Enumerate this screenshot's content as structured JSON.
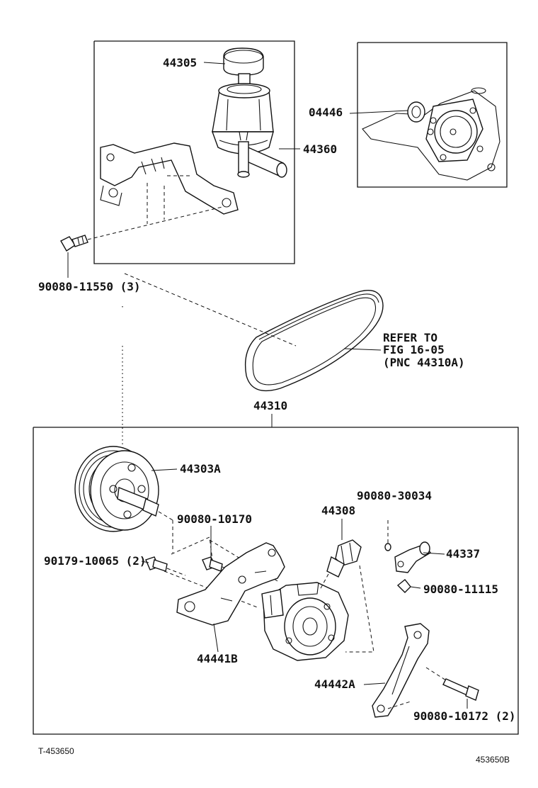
{
  "parts": {
    "reservoir_cap": "44305",
    "reservoir_assembly": "44360",
    "bracket_bolt": "90080-11550 (3)",
    "seal_kit": "04446",
    "v_belt": "44310",
    "refer_note": [
      "REFER TO",
      "FIG 16-05",
      "(PNC 44310A)"
    ],
    "pulley": "44303A",
    "bolt_10170": "90080-10170",
    "bolt_10065": "90179-10065 (2)",
    "union": "44308",
    "gasket_30034": "90080-30034",
    "sensor": "44337",
    "bolt_11115": "90080-11115",
    "bracket_b": "44441B",
    "bracket_a": "44442A",
    "bolt_10172": "90080-10172 (2)"
  },
  "footer": {
    "left_code": "T-453650",
    "right_code": "453650B"
  }
}
